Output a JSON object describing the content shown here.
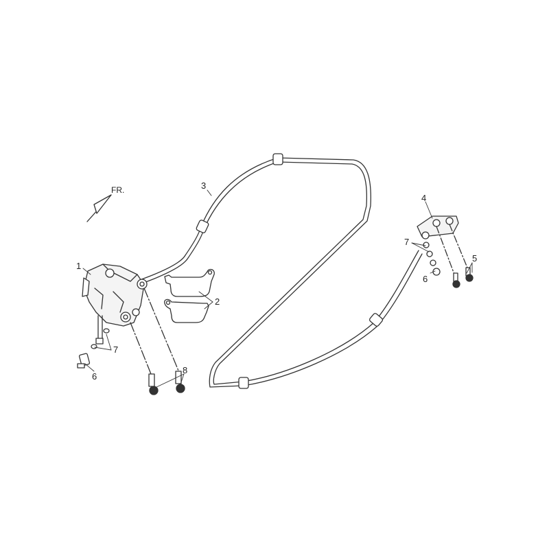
{
  "diagram": {
    "type": "exploded-parts-view",
    "subject": "rear brake caliper, hose and distribution block",
    "orientation_marker": {
      "text": "FR.",
      "icon": "front-direction-arrow-icon"
    },
    "colors": {
      "line": "#333333",
      "background": "#ffffff",
      "part_fill": "#f4f4f4"
    },
    "callouts": [
      {
        "id": "c1",
        "number": "1",
        "part": "brake caliper"
      },
      {
        "id": "c2",
        "number": "2",
        "part": "brake pads"
      },
      {
        "id": "c3",
        "number": "3",
        "part": "brake hose"
      },
      {
        "id": "c4",
        "number": "4",
        "part": "distribution block"
      },
      {
        "id": "c5",
        "number": "5",
        "part": "block mounting bolts"
      },
      {
        "id": "c6a",
        "number": "6",
        "part": "banjo bolt (caliper)"
      },
      {
        "id": "c6b",
        "number": "6",
        "part": "banjo bolt (block)"
      },
      {
        "id": "c7a",
        "number": "7",
        "part": "sealing washers (caliper)"
      },
      {
        "id": "c7b",
        "number": "7",
        "part": "sealing washers (block)"
      },
      {
        "id": "c8",
        "number": "8",
        "part": "caliper mounting bolts"
      }
    ]
  }
}
